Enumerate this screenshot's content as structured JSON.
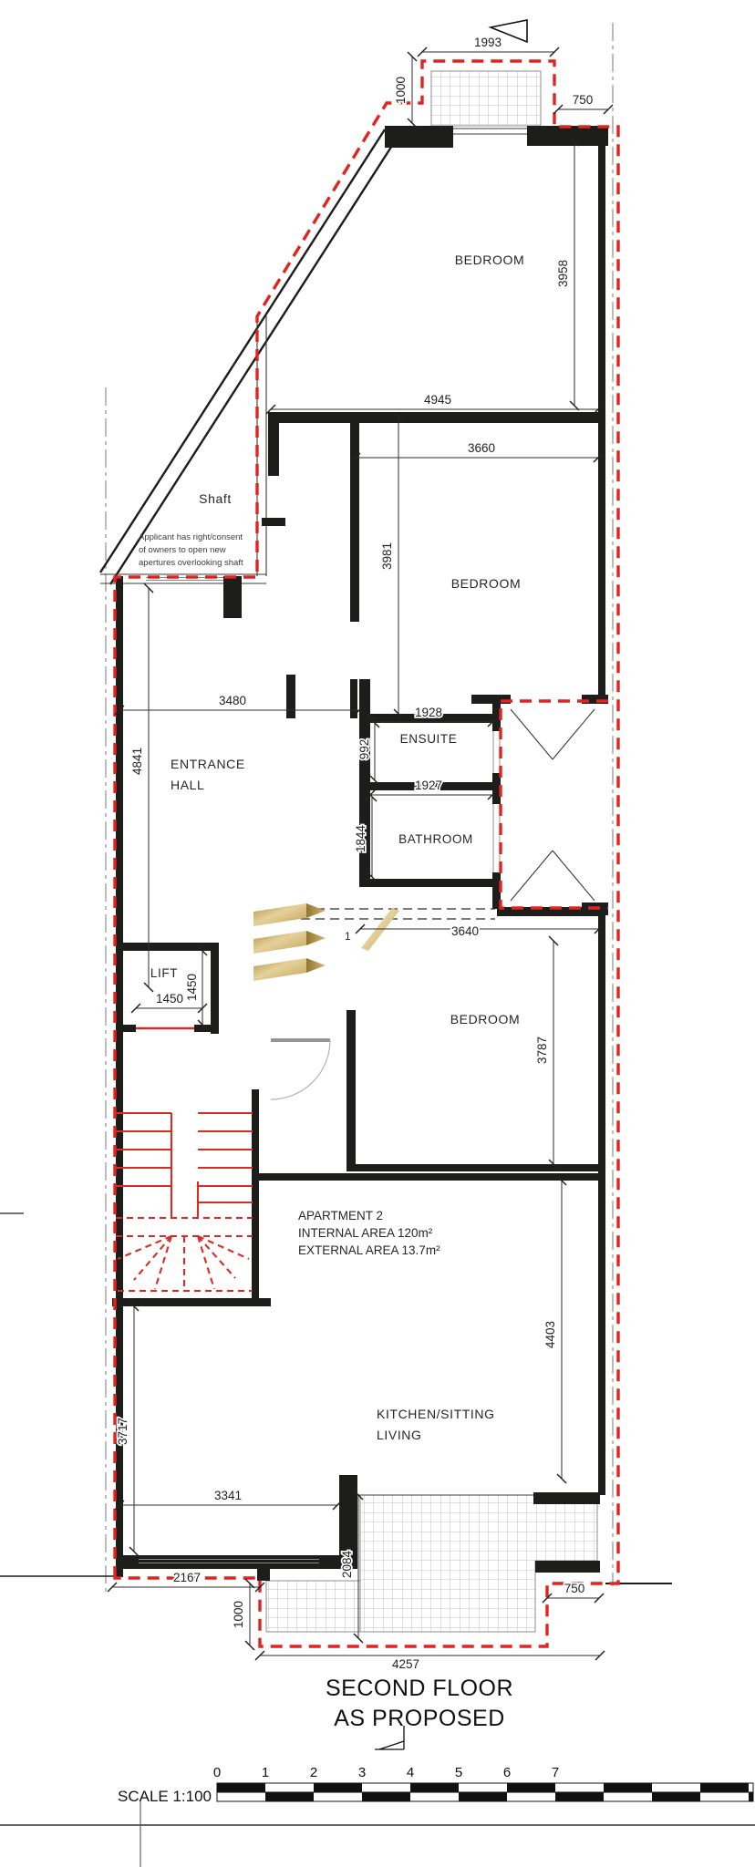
{
  "drawing": {
    "title_line1": "SECOND FLOOR",
    "title_line2": "AS PROPOSED",
    "scale_label": "SCALE 1:100",
    "scale_numbers": [
      "0",
      "1",
      "2",
      "3",
      "4",
      "5",
      "6",
      "7"
    ]
  },
  "rooms": {
    "bedroom1": "BEDROOM",
    "bedroom2": "BEDROOM",
    "bedroom3": "BEDROOM",
    "shaft": "Shaft",
    "entrance_hall_line1": "ENTRANCE",
    "entrance_hall_line2": "HALL",
    "ensuite": "ENSUITE",
    "bathroom": "BATHROOM",
    "lift": "LIFT",
    "kitchen_line1": "KITCHEN/SITTING",
    "kitchen_line2": "LIVING"
  },
  "notes": {
    "shaft_note_line1": "Applicant has right/consent",
    "shaft_note_line2": "of owners to open new",
    "shaft_note_line3": "apertures overlooking shaft",
    "door_number": "1"
  },
  "apartment": {
    "line1": "APARTMENT 2",
    "line2": "INTERNAL AREA 120m²",
    "line3": "EXTERNAL AREA 13.7m²"
  },
  "dimensions": {
    "terrace_top_width": "1993",
    "terrace_top_depth": "1000",
    "terrace_top_offset": "750",
    "bedroom1_depth": "3958",
    "bedroom1_width": "4945",
    "bedroom2_width": "3660",
    "bedroom2_depth": "3981",
    "hall_width": "3480",
    "hall_depth": "4841",
    "ensuite_width": "1928",
    "ensuite_depth": "992",
    "bathroom_width": "1927",
    "bathroom_depth": "1844",
    "landing_width": "3640",
    "lift_depth": "1450",
    "lift_width": "1450",
    "bedroom3_depth": "3787",
    "kitchen_depth_right": "4403",
    "kitchen_depth_left": "3717",
    "kitchen_window_width": "3341",
    "terrace_bottom_depth": "2084",
    "bottom_left_width": "2167",
    "terrace_bottom_offset": "1000",
    "terrace_bottom_width": "4257",
    "bottom_right_offset": "750"
  },
  "colors": {
    "demise_red": "#e0241f",
    "stair_red": "#d92b26",
    "boundary_grey": "#8f8f8f",
    "wall_black": "#1d1d1b",
    "hatch_grey": "#c0c0c0",
    "gold_light": "#e3cf96",
    "gold_dark": "#b08d3e"
  }
}
